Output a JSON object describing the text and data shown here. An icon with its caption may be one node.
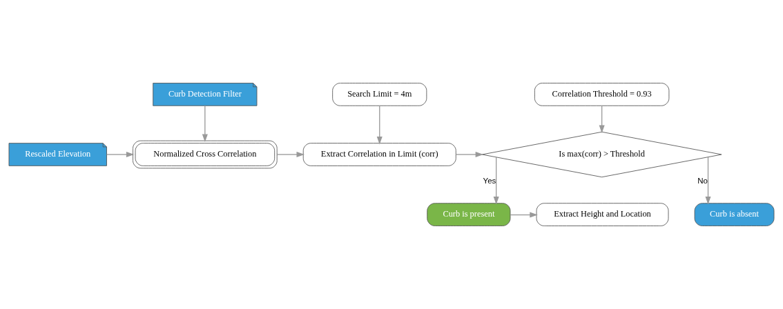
{
  "diagram": {
    "nodes": [
      {
        "text": [
          "Curb Detection Filter"
        ]
      },
      {
        "text": [
          "Search Limit = 4m"
        ]
      },
      {
        "text": [
          "Correlation Threshold = 0.93"
        ]
      },
      {
        "text": [
          "Rescaled Elevation"
        ]
      },
      {
        "text": [
          "Normalized Cross Correlation"
        ]
      },
      {
        "text": [
          "Extract Correlation in Limit (corr)"
        ]
      },
      {
        "text": [
          "Is max(corr) > Threshold"
        ]
      },
      {
        "text": [
          "Extract Height and Location"
        ]
      },
      {
        "text": [
          "Curb is present"
        ]
      },
      {
        "text": [
          "Curb is absent"
        ]
      }
    ],
    "edges": [
      {
        "from": 0,
        "to": 4,
        "arrow": "to"
      },
      {
        "from": 1,
        "to": 5,
        "arrow": "to"
      },
      {
        "from": 2,
        "to": 6,
        "arrow": "to"
      },
      {
        "from": 3,
        "to": 4,
        "arrow": "to"
      },
      {
        "from": 4,
        "to": 5,
        "arrow": "to"
      },
      {
        "from": 5,
        "to": 6,
        "arrow": "to"
      },
      {
        "from": 6,
        "to": 9,
        "label": "No",
        "arrow": "to"
      },
      {
        "from": 6,
        "to": 8,
        "label": "Yes",
        "arrow": "to"
      },
      {
        "from": 8,
        "to": 7,
        "arrow": "to"
      }
    ]
  }
}
